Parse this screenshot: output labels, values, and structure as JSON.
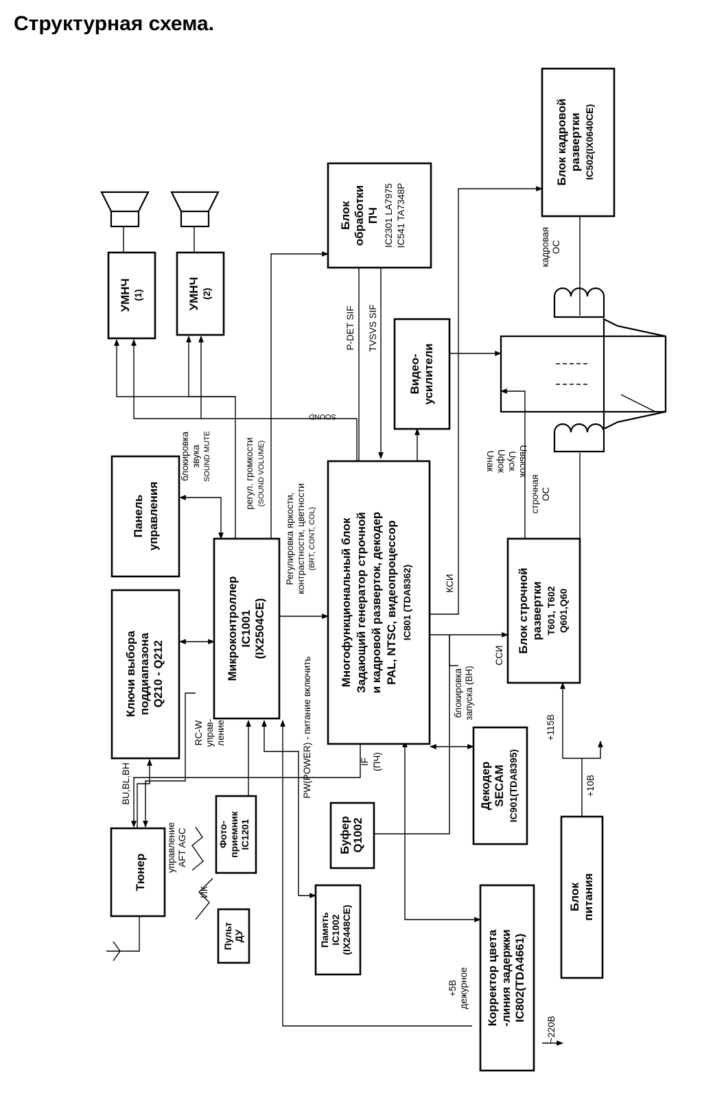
{
  "title": "Структурная  схема.",
  "blocks": {
    "tuner": [
      "Тюнер"
    ],
    "remote": [
      "Пульт",
      "ДУ"
    ],
    "photo": [
      "Фото-",
      "приемник",
      "IC1201"
    ],
    "memory": [
      "Память",
      "IC1002",
      "(IX2448CE)"
    ],
    "buffer": [
      "Буфер",
      "Q1002"
    ],
    "keys": [
      "Ключи выбора",
      "поддиапазона",
      "Q210 - Q212"
    ],
    "panel": [
      "Панель",
      "управления"
    ],
    "mcu": [
      "Микроконтроллер",
      "IC1001",
      "(IX2504CE)"
    ],
    "corrector": [
      "Корректор цвета",
      "-линия задержки",
      "IC802(TDA4661)"
    ],
    "secam": [
      "Декодер",
      "SECAM",
      "IC901(TDA8395)"
    ],
    "power": [
      "Блок",
      "питания"
    ],
    "main": [
      "Многофункциональный блок",
      "Задающий генератор строчной",
      "и кадровой разверток, декодер",
      "PAL,  NTSC,  видеопроцессор",
      "IC801 (TDA8362)"
    ],
    "hscan": [
      "Блок строчной",
      "развертки",
      "T601, T602",
      "Q601,Q60"
    ],
    "video": [
      "Видео-",
      "усилители"
    ],
    "amp1": [
      "УМНЧ",
      "(1)"
    ],
    "amp2": [
      "УМНЧ",
      "(2)"
    ],
    "if": [
      "Блок",
      "обработки",
      "ПЧ",
      "IC2301 LA7975",
      "IC541  TA7348P"
    ],
    "vscan": [
      "Блок кадровой",
      "развертки",
      "IC502(IX0640CE)"
    ]
  },
  "labels": {
    "bu": "BU,BL,BH",
    "ctrl": [
      "управление",
      "AFT  AGC"
    ],
    "ik": "ИК",
    "rcw": [
      "RC-W",
      "управ-",
      "ление"
    ],
    "pw": "PW(POWER)   - питание включить",
    "ifpch": [
      "IF",
      "(ПЧ)"
    ],
    "mute": [
      "блокировка",
      "звука",
      "SOUND MUTE"
    ],
    "vol": [
      "регул. громкости",
      "(SOUND VOLUME)"
    ],
    "adj": [
      "Регулировка яркости,",
      "контрастности, цветности",
      "(BRT, CONT, COL)"
    ],
    "sound": "SOUND",
    "pdet": "P-DET  SIF",
    "tvsvs": "TVSVS  SIF",
    "ksi": "КСИ",
    "ssi": "ССИ",
    "blk": [
      "блокировка",
      "запуска (ВН)"
    ],
    "str_os": [
      "строчная",
      "ОС"
    ],
    "kadr_os": [
      "кадровая",
      "ОС"
    ],
    "u": [
      "Uвысок",
      "Uуск",
      "Uфок",
      "Uнак"
    ],
    "v115": "+115В",
    "v10": "+10В",
    "v220": "~220В",
    "v5": [
      "+5В",
      "дежурное"
    ]
  }
}
